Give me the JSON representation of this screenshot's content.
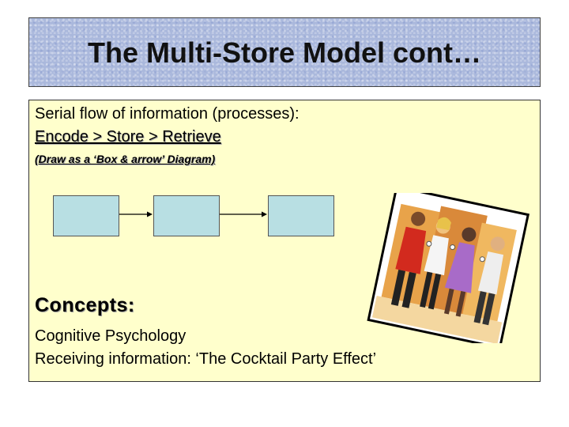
{
  "title": "The Multi-Store Model cont…",
  "content": {
    "line1": "Serial flow of information (processes):",
    "line2": "Encode > Store > Retrieve",
    "note": "(Draw as a ‘Box & arrow’ Diagram)",
    "concepts_heading": "Concepts:",
    "concept1": "Cognitive Psychology",
    "concept2": "Receiving information: ‘The Cocktail Party Effect’"
  },
  "colors": {
    "title_background": "#aab8dc",
    "content_background": "#ffffcc",
    "diagram_box_fill": "#b8dfe3"
  },
  "clipart": {
    "icon": "cocktail-party-illustration"
  }
}
